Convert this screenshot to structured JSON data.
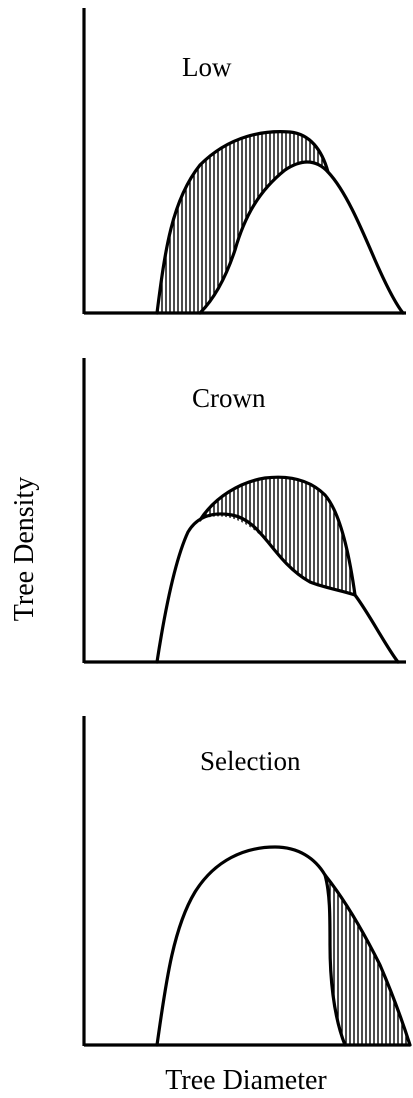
{
  "figure": {
    "y_axis_label": "Tree Density",
    "x_axis_label": "Tree Diameter",
    "colors": {
      "ink": "#000000",
      "background": "#ffffff"
    },
    "hatch_style": "vertical-lines",
    "panels": [
      {
        "id": "low",
        "label": "Low",
        "removed_portion": "smallest-diameter trees (left side of distribution)"
      },
      {
        "id": "crown",
        "label": "Crown",
        "removed_portion": "middle-diameter trees (upper central band)"
      },
      {
        "id": "selection",
        "label": "Selection",
        "removed_portion": "largest-diameter trees (right tail of distribution)"
      }
    ]
  }
}
